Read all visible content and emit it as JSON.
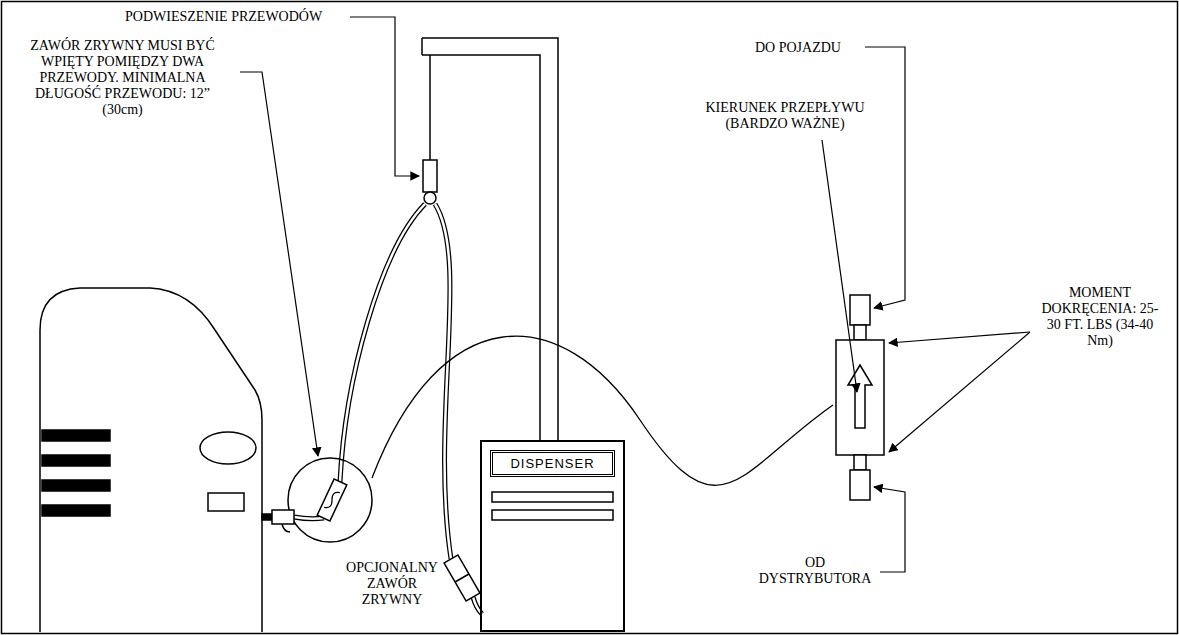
{
  "diagram": {
    "nodes": [
      {
        "text": [
          "DISPENSER"
        ]
      }
    ],
    "labels": [
      "PODWIESZENIE PRZEWODÓW",
      "ZAWÓR ZRYWNY MUSI BYĆ WPIĘTY POMIĘDZY DWA PRZEWODY. MINIMALNA DŁUGOŚĆ PRZEWODU: 12” (30cm)",
      "DO POJAZDU",
      "KIERUNEK PRZEPŁYWU (BARDZO WAŻNE)",
      "MOMENT DOKRĘCENIA: 25-30 FT. LBS (34-40 Nm)",
      "OD DYSTRYBUTORA",
      "OPCJONALNY ZAWÓR ZRYWNY"
    ]
  }
}
